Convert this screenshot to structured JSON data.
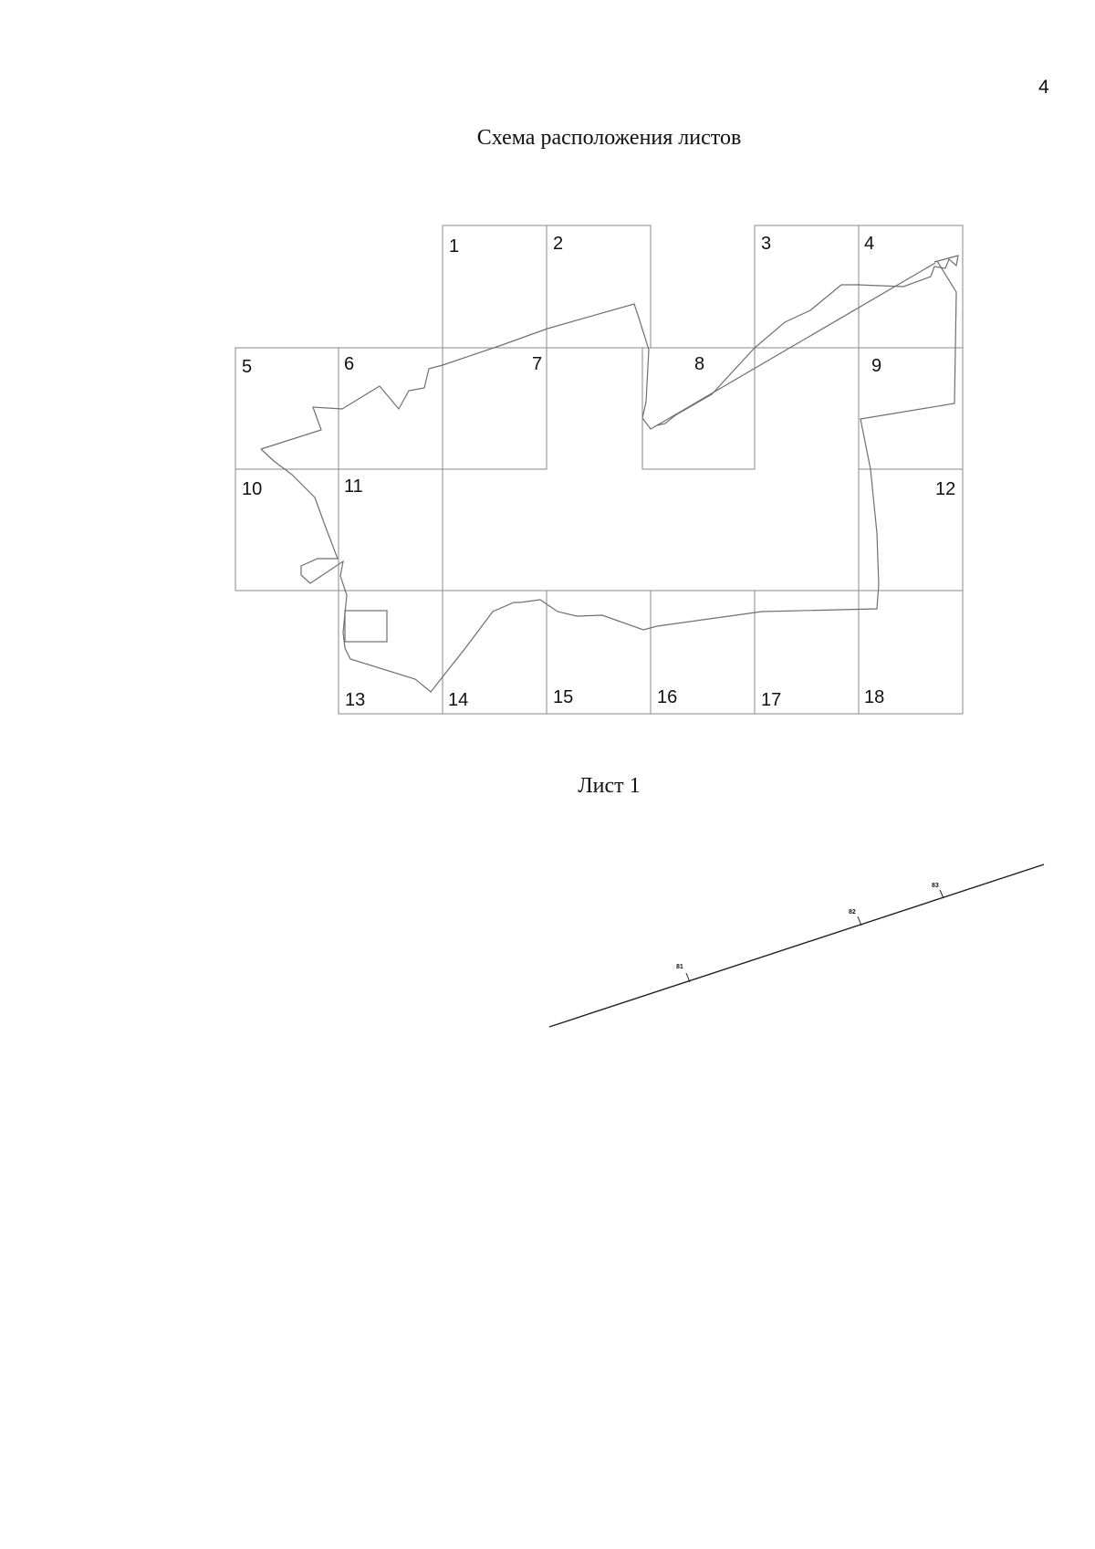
{
  "page_number": "4",
  "scheme_title": "Схема расположения листов",
  "sheet_title": "Лист 1",
  "sheet_numbers": [
    "1",
    "2",
    "3",
    "4",
    "5",
    "6",
    "7",
    "8",
    "9",
    "10",
    "11",
    "12",
    "13",
    "14",
    "15",
    "16",
    "17",
    "18"
  ],
  "point_labels": [
    "81",
    "82",
    "83"
  ]
}
